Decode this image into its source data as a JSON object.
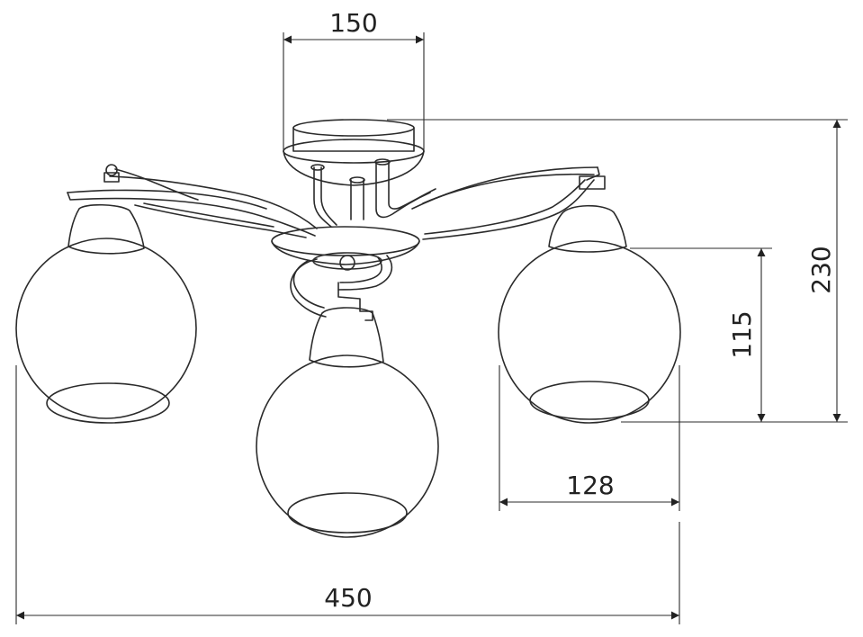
{
  "dimensions": {
    "top_width": "150",
    "total_height": "230",
    "globe_height": "115",
    "arm_width": "128",
    "total_width": "450"
  },
  "colors": {
    "line": "#2b2b2b",
    "background": "#ffffff"
  }
}
